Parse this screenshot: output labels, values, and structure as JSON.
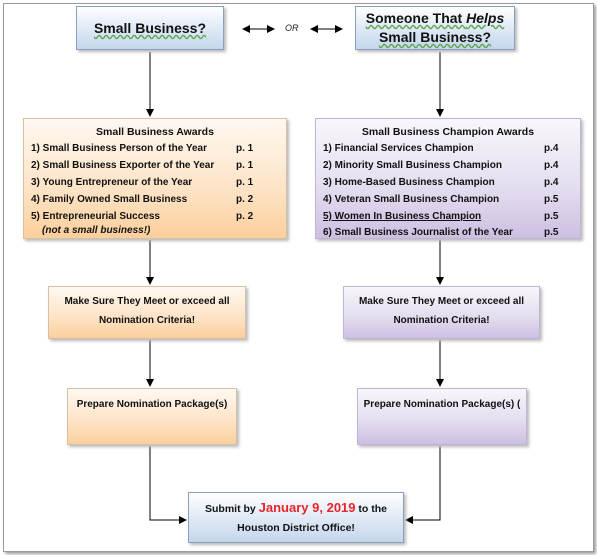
{
  "top": {
    "left_title": "Small Business?",
    "or_label": "OR",
    "right_title_pre": "Someone That ",
    "right_title_em": "Helps",
    "right_title_line2": "Small Business?"
  },
  "left_awards": {
    "title": "Small Business Awards",
    "items": [
      {
        "label": "1) Small Business Person of the Year",
        "page": "p. 1"
      },
      {
        "label": "2) Small Business Exporter of the Year",
        "page": "p. 1"
      },
      {
        "label": "3) Young Entrepreneur of the Year",
        "page": "p. 1"
      },
      {
        "label": "4) Family Owned Small Business",
        "page": "p. 2"
      },
      {
        "label": "5) Entrepreneurial Success",
        "page": "p. 2"
      }
    ],
    "note": "(not a small business!)"
  },
  "right_awards": {
    "title": "Small Business Champion Awards",
    "items": [
      {
        "label": "1) Financial Services Champion",
        "page": "p.4"
      },
      {
        "label": "2) Minority Small Business Champion",
        "page": "p.4"
      },
      {
        "label": "3) Home-Based Business Champion",
        "page": "p.4"
      },
      {
        "label": "4) Veteran Small Business Champion",
        "page": "p.5"
      },
      {
        "label": "5) Women In Business Champion",
        "page": "p.5"
      },
      {
        "label": "6) Small Business Journalist of the Year",
        "page": "p.5"
      }
    ]
  },
  "criteria": {
    "left_line1": "Make Sure They Meet or exceed all",
    "left_line2": "Nomination Criteria!",
    "right_line1": "Make Sure They Meet or exceed all",
    "right_line2": "Nomination Criteria!"
  },
  "prepare": {
    "left": "Prepare Nomination Package(s)",
    "right": "Prepare Nomination Package(s) ("
  },
  "submit": {
    "pre": "Submit by ",
    "date": "January 9, 2019",
    "post": " to the",
    "line2": "Houston District Office!"
  },
  "colors": {
    "deadline": "#e8252a",
    "blue_box": "#c5d6ec",
    "orange_box": "#fbcf9c",
    "purple_box": "#cdbfe2"
  }
}
